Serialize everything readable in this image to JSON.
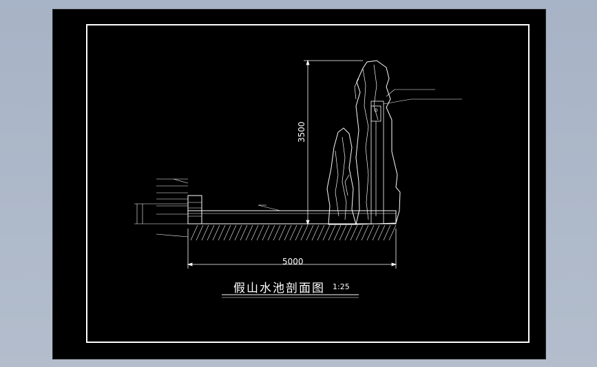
{
  "drawing": {
    "title": "假山水池剖面图",
    "scale": "1:25",
    "dimension_width": "5000",
    "dimension_height": "3500",
    "colors": {
      "background_outer": "#a7b3c6",
      "canvas": "#000000",
      "linework": "#ffffff",
      "border": "#ffffff"
    }
  }
}
